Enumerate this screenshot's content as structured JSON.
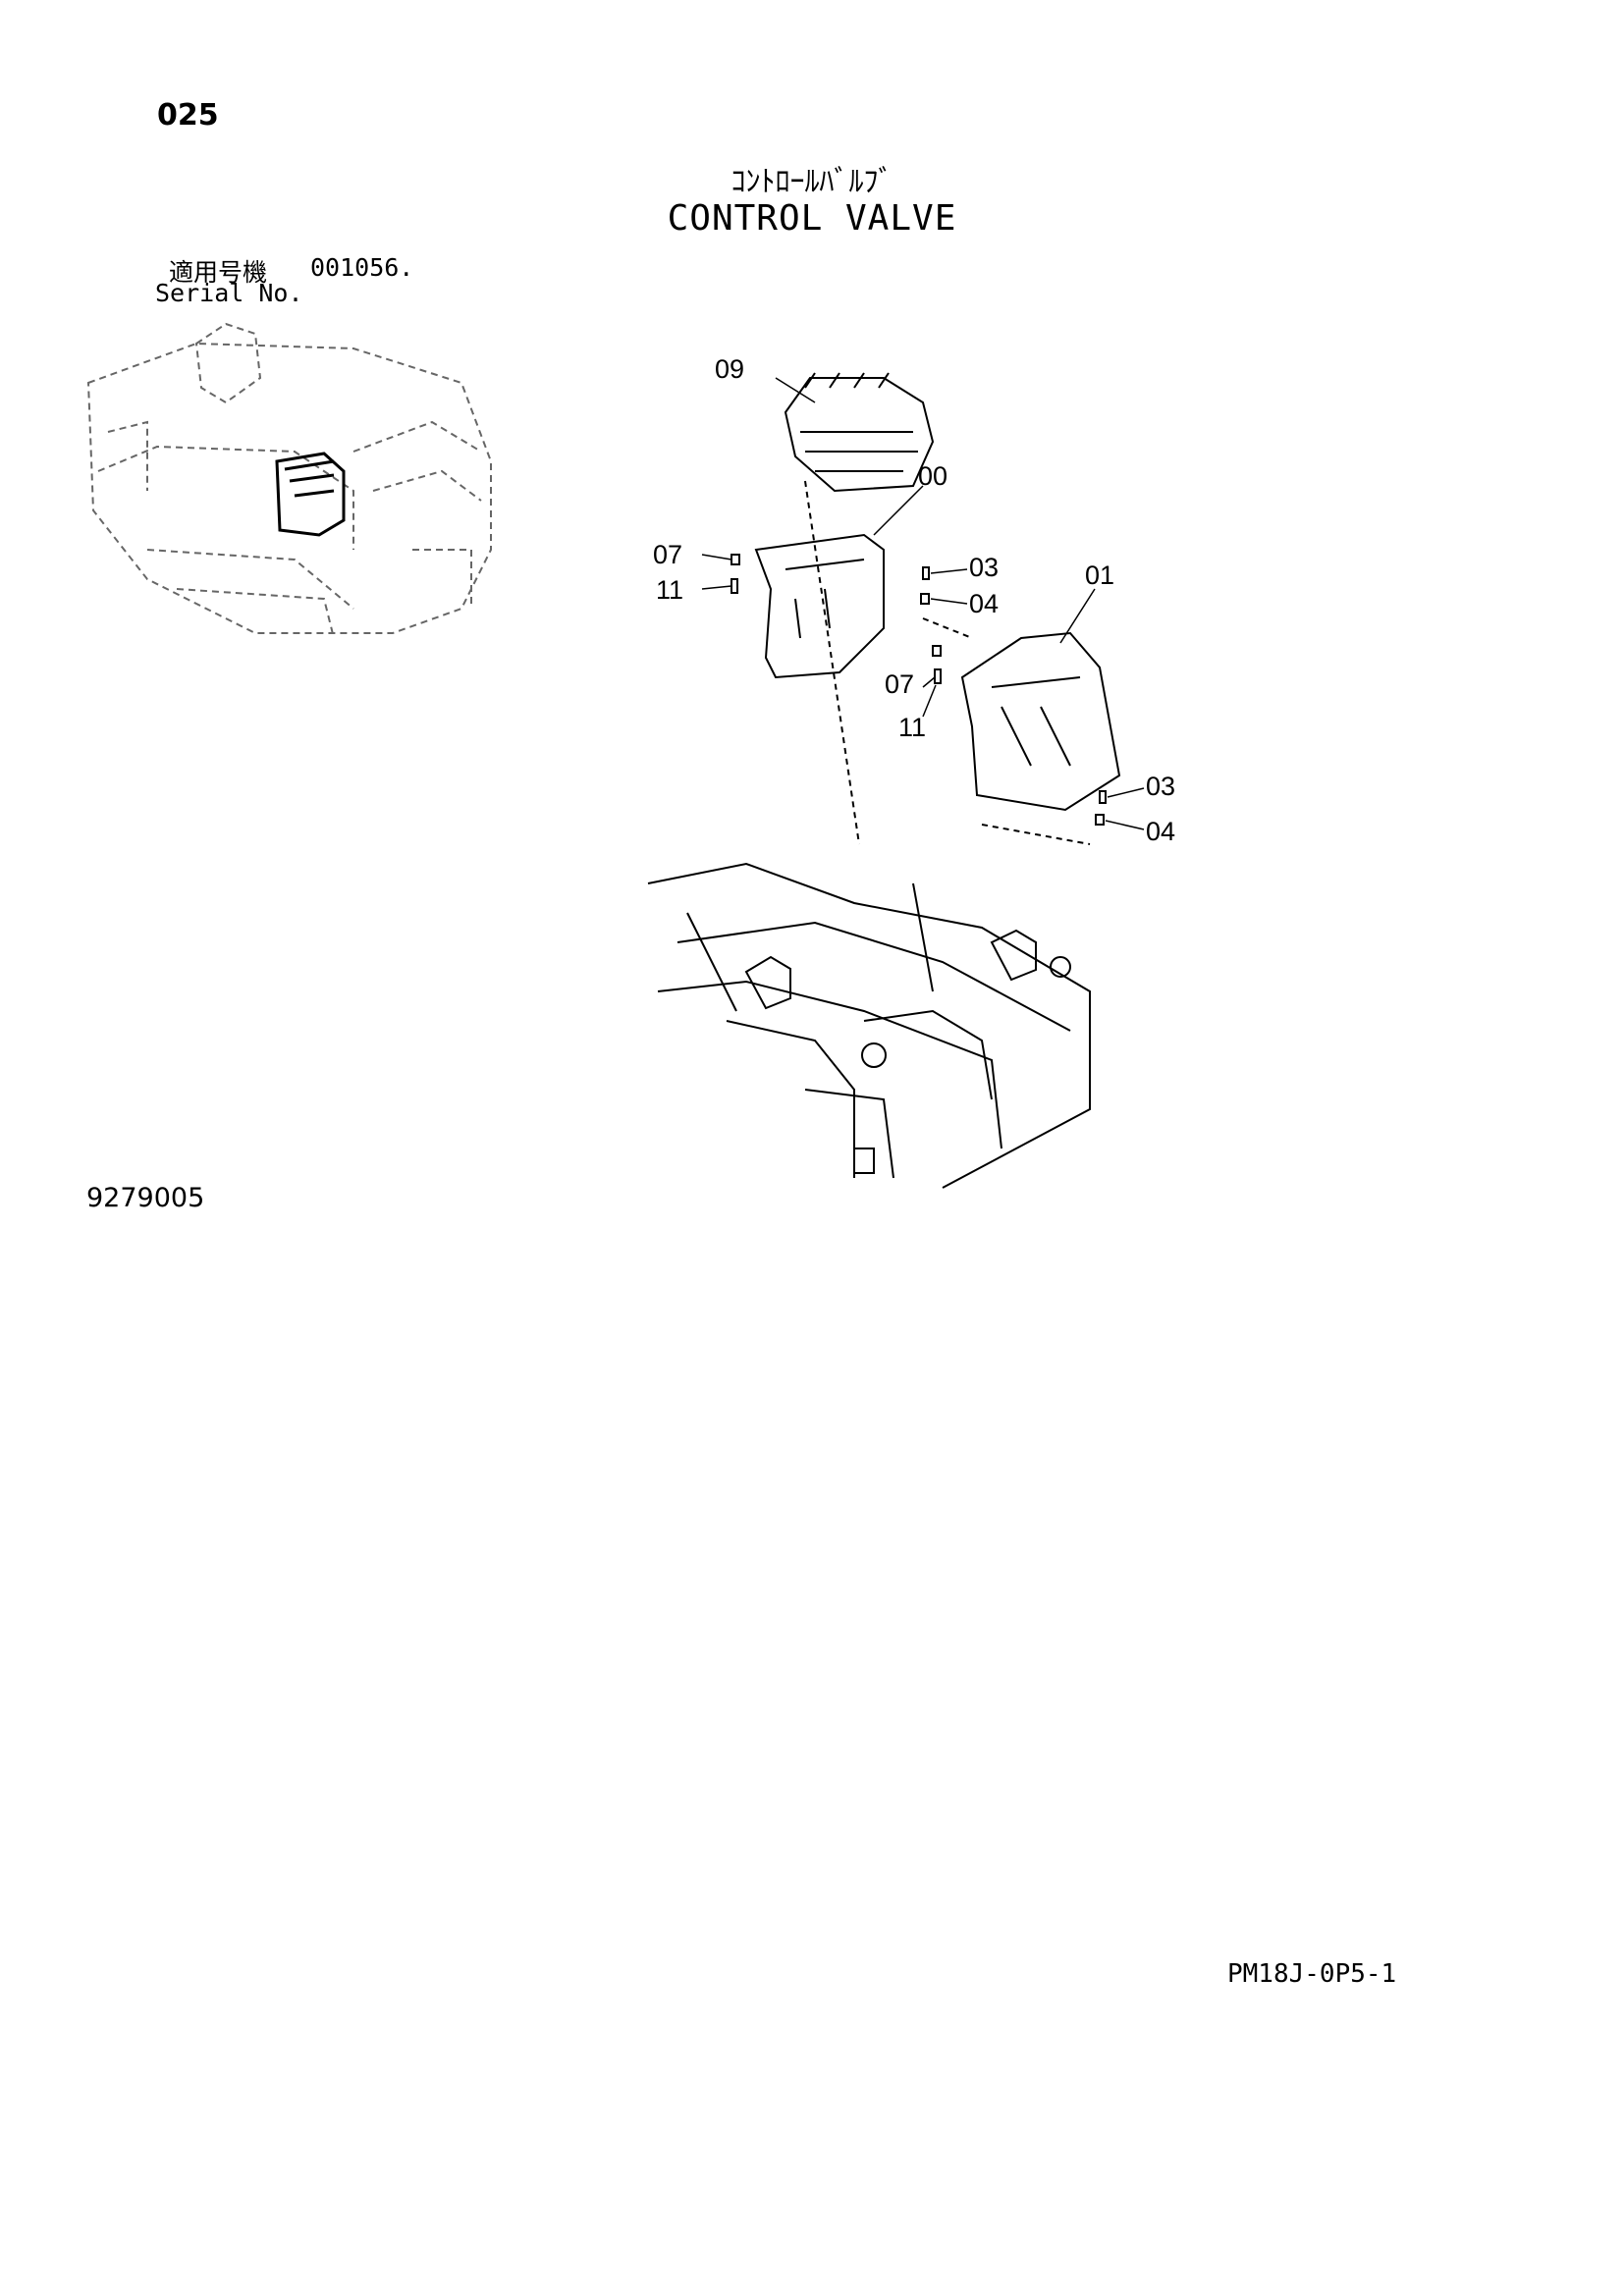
{
  "page": {
    "number": "025",
    "drawing_number": "9279005",
    "sheet_code": "PM18J-0P5-1"
  },
  "title": {
    "japanese": "ｺﾝﾄﾛｰﾙﾊﾞﾙﾌﾞ",
    "english": "CONTROL VALVE"
  },
  "serial": {
    "jp_label": "適用号機",
    "en_label": "Serial No.",
    "value": "001056."
  },
  "callouts": [
    "09",
    "00",
    "07",
    "11",
    "03",
    "04",
    "01",
    "07",
    "11",
    "03",
    "04"
  ]
}
